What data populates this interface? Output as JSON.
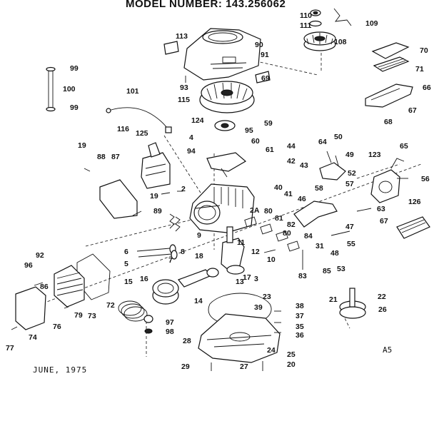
{
  "header": {
    "model_label": "MODEL NUMBER:",
    "model_number": "143.256062"
  },
  "footer": {
    "date": "JUNE, 1975",
    "page_code": "A5"
  },
  "callouts": [
    "110",
    "111",
    "109",
    "113",
    "90",
    "91",
    "108",
    "70",
    "71",
    "99",
    "100",
    "99",
    "93",
    "69",
    "66",
    "101",
    "115",
    "124",
    "67",
    "68",
    "4",
    "95",
    "59",
    "116",
    "125",
    "60",
    "61",
    "44",
    "19",
    "88",
    "87",
    "94",
    "42",
    "50",
    "64",
    "49",
    "65",
    "123",
    "43",
    "56",
    "2",
    "40",
    "41",
    "46",
    "58",
    "52",
    "57",
    "126",
    "19",
    "89",
    "2A",
    "80",
    "63",
    "67",
    "81",
    "82",
    "47",
    "80",
    "84",
    "55",
    "9",
    "11",
    "8",
    "31",
    "48",
    "6",
    "12",
    "5",
    "7",
    "18",
    "10",
    "3",
    "17",
    "83",
    "85",
    "53",
    "92",
    "96",
    "86",
    "16",
    "15",
    "13",
    "72",
    "73",
    "14",
    "23",
    "38",
    "39",
    "37",
    "21",
    "22",
    "26",
    "79",
    "76",
    "97",
    "35",
    "98",
    "74",
    "36",
    "28",
    "24",
    "77",
    "25",
    "20",
    "29",
    "27"
  ]
}
